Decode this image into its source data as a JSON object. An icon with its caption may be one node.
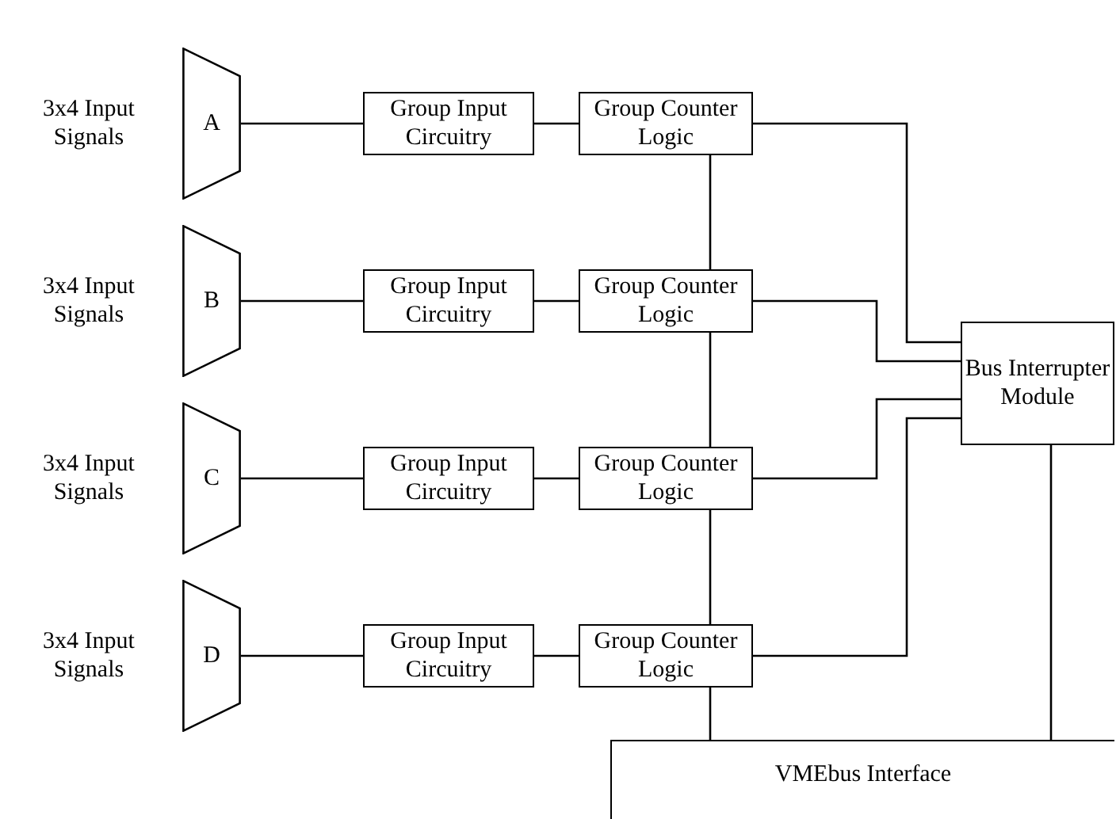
{
  "diagram": {
    "nodes": [
      {
        "text": [
          "A"
        ]
      },
      {
        "text": [
          "Group Input Circuitry"
        ]
      },
      {
        "text": [
          "Group Counter Logic"
        ]
      },
      {
        "text": [
          "B"
        ]
      },
      {
        "text": [
          "Group Input Circuitry"
        ]
      },
      {
        "text": [
          "Group Counter Logic"
        ]
      },
      {
        "text": [
          "C"
        ]
      },
      {
        "text": [
          "Group Input Circuitry"
        ]
      },
      {
        "text": [
          "Group Counter Logic"
        ]
      },
      {
        "text": [
          "D"
        ]
      },
      {
        "text": [
          "Group Input Circuitry"
        ]
      },
      {
        "text": [
          "Group Counter Logic"
        ]
      },
      {
        "text": [
          "Bus Interrupter Module"
        ]
      },
      {
        "text": [
          "VMEbus Interface"
        ]
      }
    ],
    "edges": [
      {
        "from": 0,
        "to": 1,
        "arrow": "none"
      },
      {
        "from": 1,
        "to": 2,
        "arrow": "none"
      },
      {
        "from": 2,
        "to": 12,
        "arrow": "none"
      },
      {
        "from": 3,
        "to": 4,
        "arrow": "none"
      },
      {
        "from": 4,
        "to": 5,
        "arrow": "none"
      },
      {
        "from": 5,
        "to": 12,
        "arrow": "none"
      },
      {
        "from": 6,
        "to": 7,
        "arrow": "none"
      },
      {
        "from": 7,
        "to": 8,
        "arrow": "none"
      },
      {
        "from": 8,
        "to": 12,
        "arrow": "none"
      },
      {
        "from": 9,
        "to": 10,
        "arrow": "none"
      },
      {
        "from": 10,
        "to": 11,
        "arrow": "none"
      },
      {
        "from": 11,
        "to": 12,
        "arrow": "none"
      },
      {
        "from": 2,
        "to": 5,
        "arrow": "none"
      },
      {
        "from": 5,
        "to": 8,
        "arrow": "none"
      },
      {
        "from": 8,
        "to": 11,
        "arrow": "none"
      },
      {
        "from": 11,
        "to": 13,
        "arrow": "none"
      },
      {
        "from": 12,
        "to": 13,
        "arrow": "none"
      }
    ],
    "labels": [
      "3x4 Input Signals",
      "3x4 Input Signals",
      "3x4 Input Signals",
      "3x4 Input Signals"
    ]
  }
}
